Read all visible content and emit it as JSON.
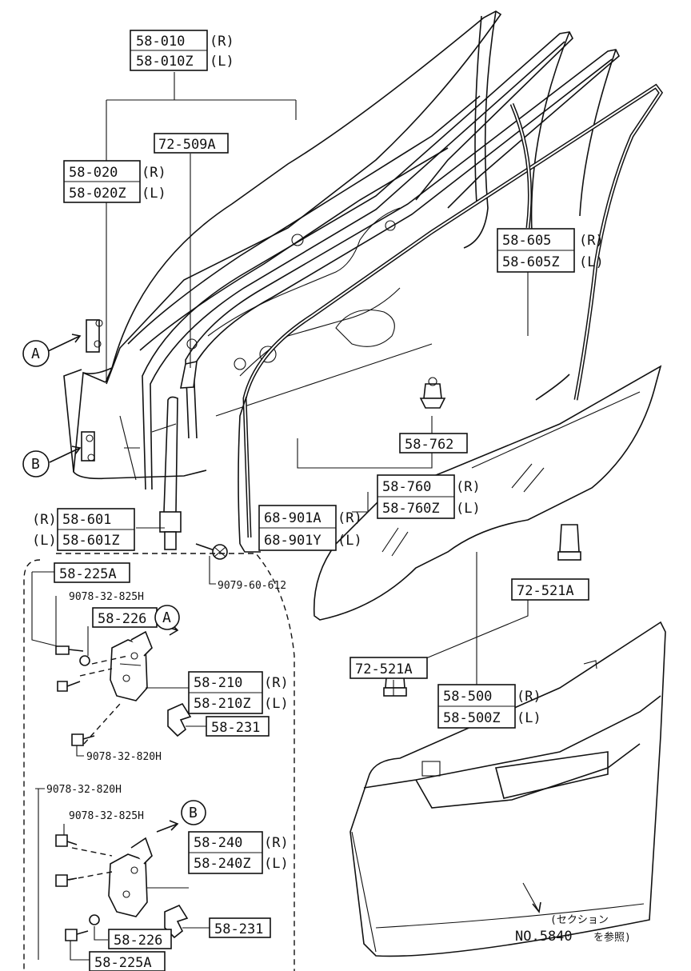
{
  "labels": {
    "p58_010_r": "58-010",
    "p58_010_r_side": "(R)",
    "p58_010_l": "58-010Z",
    "p58_010_l_side": "(L)",
    "p58_020_r": "58-020",
    "p58_020_r_side": "(R)",
    "p58_020_l": "58-020Z",
    "p58_020_l_side": "(L)",
    "p72_509a": "72-509A",
    "p58_605_r": "58-605",
    "p58_605_r_side": "(R)",
    "p58_605_l": "58-605Z",
    "p58_605_l_side": "(L)",
    "p58_762": "58-762",
    "p58_760_r": "58-760",
    "p58_760_r_side": "(R)",
    "p58_760_l": "58-760Z",
    "p58_760_l_side": "(L)",
    "p58_601_r_side": "(R)",
    "p58_601_r": "58-601",
    "p58_601_l_side": "(L)",
    "p58_601_l": "58-601Z",
    "p68_901_r": "68-901A",
    "p68_901_r_side": "(R)",
    "p68_901_l": "68-901Y",
    "p68_901_l_side": "(L)",
    "bolt_9079_60_612": "9079-60-612",
    "p72_521a_upper": "72-521A",
    "p72_521a_lower": "72-521A",
    "p58_225a_upper": "58-225A",
    "bolt_9078_32_825h_upper": "9078-32-825H",
    "p58_226_upper": "58-226",
    "p58_210_r": "58-210",
    "p58_210_r_side": "(R)",
    "p58_210_l": "58-210Z",
    "p58_210_l_side": "(L)",
    "p58_231_upper": "58-231",
    "bolt_9078_32_820h_upper": "9078-32-820H",
    "bolt_9078_32_820h_lower": "9078-32-820H",
    "bolt_9078_32_825h_lower": "9078-32-825H",
    "p58_240_r": "58-240",
    "p58_240_r_side": "(R)",
    "p58_240_l": "58-240Z",
    "p58_240_l_side": "(L)",
    "p58_231_lower": "58-231",
    "p58_226_lower": "58-226",
    "p58_225a_lower": "58-225A",
    "p58_500_r": "58-500",
    "p58_500_r_side": "(R)",
    "p58_500_l": "58-500Z",
    "p58_500_l_side": "(L)",
    "section_ref_line1": "(セクション",
    "section_ref_no": "NO.5840",
    "section_ref_suffix": "を参照)",
    "callout_a_left": "A",
    "callout_b_left": "B",
    "callout_a_hinge": "A",
    "callout_b_hinge": "B"
  }
}
